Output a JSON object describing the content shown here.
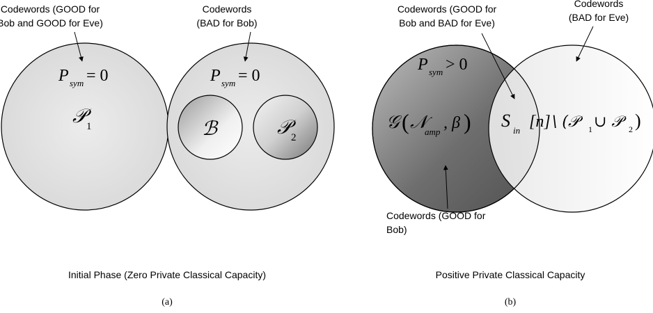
{
  "panel_a": {
    "label_good_eve_1": "Codewords (GOOD for",
    "label_good_eve_2": "Bob and GOOD for Eve)",
    "label_bad_bob_1": "Codewords",
    "label_bad_bob_2": "(BAD for Bob)",
    "psym_P": "P",
    "psym_sub": "sym",
    "psym_rel": "= 0",
    "set_p1_letter": "𝒫",
    "set_p1_index": "1",
    "set_b": "ℬ",
    "set_p2_letter": "𝒫",
    "set_p2_index": "2",
    "caption": "Initial Phase (Zero Private Classical Capacity)",
    "tag": "(a)"
  },
  "panel_b": {
    "label_good_bob_bad_eve_1": "Codewords (GOOD for",
    "label_good_bob_bad_eve_2": "Bob and BAD for Eve)",
    "label_bad_eve_1": "Codewords",
    "label_bad_eve_2": "(BAD for Eve)",
    "psym_P": "P",
    "psym_sub": "sym",
    "psym_rel": "> 0",
    "g_func": "𝒢",
    "g_paren_open": "(",
    "g_n": "𝒩",
    "g_n_sub": "amp",
    "g_beta": ", β",
    "g_paren_close": ")",
    "s_in_S": "S",
    "s_in_sub": "in",
    "complement_n": "[n]",
    "complement_rest": "\\ (𝒫",
    "complement_i1": "1",
    "complement_cup": " ∪ 𝒫",
    "complement_i2": "2",
    "complement_close": ")",
    "label_good_bob_1": "Codewords (GOOD for",
    "label_good_bob_2": "Bob)",
    "caption": "Positive Private Classical Capacity",
    "tag": "(b)"
  }
}
